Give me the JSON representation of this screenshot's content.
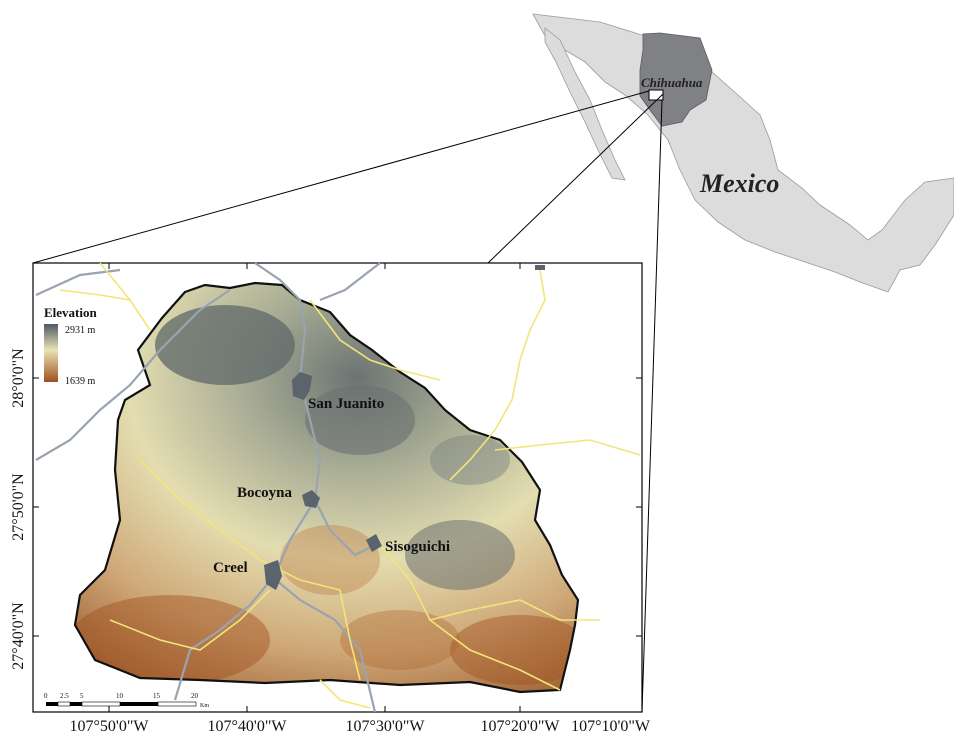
{
  "inset": {
    "region_label": "Chihuahua",
    "country_label": "Mexico"
  },
  "legend": {
    "title": "Elevation",
    "max_label": "2931 m",
    "min_label": "1639 m",
    "colors": {
      "high": "#4f5a63",
      "mid": "#e9e3b4",
      "low": "#a0501f"
    }
  },
  "towns": [
    {
      "name": "San Juanito"
    },
    {
      "name": "Bocoyna"
    },
    {
      "name": "Sisoguichi"
    },
    {
      "name": "Creel"
    }
  ],
  "lat_labels": [
    "28°0'0\"N",
    "27°50'0\"N",
    "27°40'0\"N"
  ],
  "lon_labels": [
    "107°50'0\"W",
    "107°40'0\"W",
    "107°30'0\"W",
    "107°20'0\"W",
    "107°10'0\"W"
  ],
  "scalebar": {
    "ticks": [
      "0",
      "2.5",
      "5",
      "10",
      "15",
      "20"
    ],
    "unit": "Km"
  },
  "colors": {
    "country_fill": "#dcdcdc",
    "state_fill": "#7f8185",
    "road": "#f2e57a",
    "river": "#9aa3b0",
    "water": "#5b636c"
  }
}
